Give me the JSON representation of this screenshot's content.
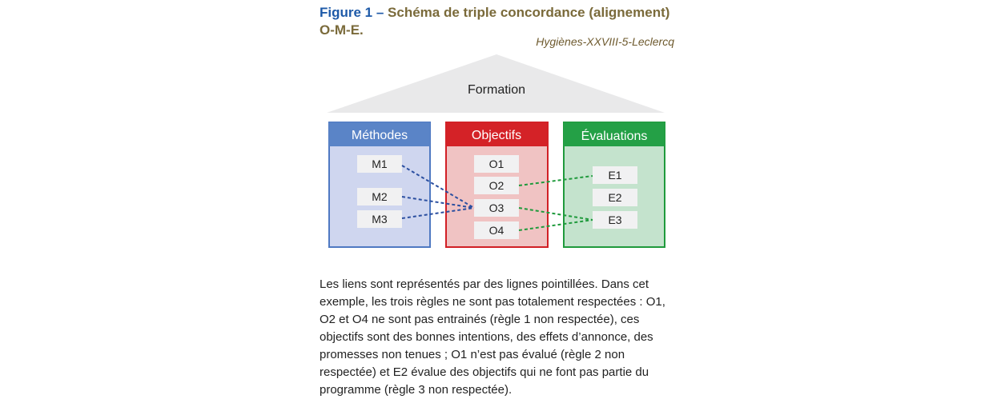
{
  "figure": {
    "number": "Figure 1 –",
    "title_line1": "Schéma de triple concordance (alignement)",
    "title_line2": "O-M-E.",
    "credit": "Hygiènes-XXVIII-5-Leclercq"
  },
  "diagram": {
    "roof_label": "Formation",
    "columns": {
      "methodes": {
        "label": "Méthodes",
        "items": [
          "M1",
          "M2",
          "M3"
        ]
      },
      "objectifs": {
        "label": "Objectifs",
        "items": [
          "O1",
          "O2",
          "O3",
          "O4"
        ]
      },
      "evaluations": {
        "label": "Évaluations",
        "items": [
          "E1",
          "E2",
          "E3"
        ]
      }
    },
    "links": [
      {
        "from": "M1",
        "to": "O3"
      },
      {
        "from": "M2",
        "to": "O3"
      },
      {
        "from": "M3",
        "to": "O3"
      },
      {
        "from": "O2",
        "to": "E1"
      },
      {
        "from": "O3",
        "to": "E3"
      },
      {
        "from": "O4",
        "to": "E3"
      }
    ],
    "colors": {
      "methodes": "#4f79c2",
      "objectifs": "#d11f25",
      "evaluations": "#1f9a3c",
      "roof": "#e9e9ea"
    }
  },
  "caption": "Les liens sont représentés par des lignes pointillées. Dans cet exemple, les trois règles ne sont pas totalement respectées : O1, O2 et O4 ne sont pas entrainés (règle 1 non respectée), ces objectifs sont des bonnes intentions, des effets d’annonce, des promesses non tenues ; O1 n’est pas évalué (règle 2 non respectée) et E2 évalue des objectifs qui ne font pas partie du programme (règle 3 non respectée)."
}
